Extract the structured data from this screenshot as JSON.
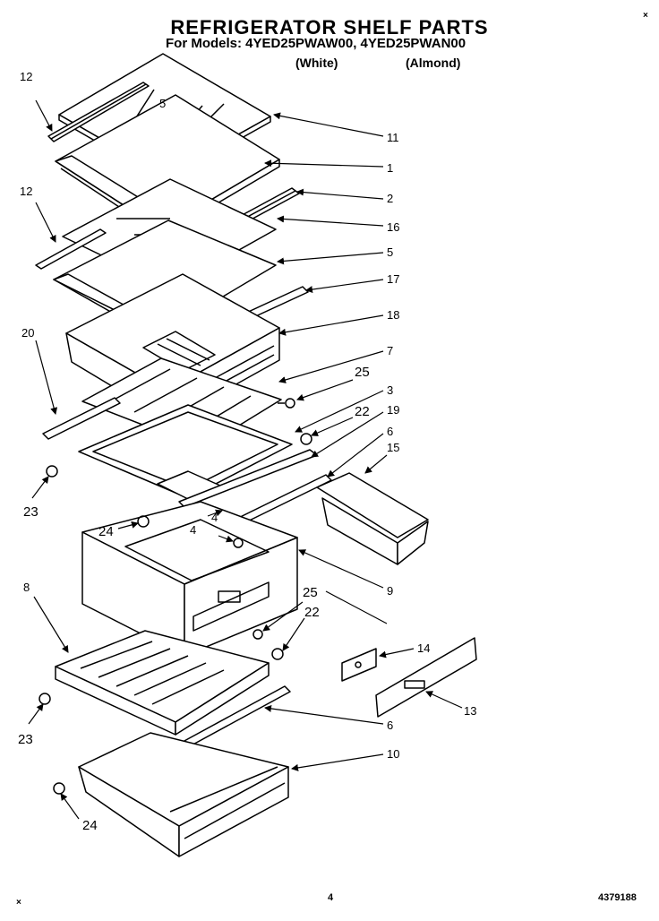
{
  "header": {
    "title": "REFRIGERATOR SHELF PARTS",
    "models_line": "For Models: 4YED25PWAW00, 4YED25PWAN00",
    "white": "(White)",
    "almond": "(Almond)"
  },
  "corner_marks": {
    "top_right": "×",
    "bottom_left": "×"
  },
  "footer": {
    "page_number": "4",
    "doc_number": "4379188"
  },
  "callouts": {
    "c12a": "12",
    "c11": "11",
    "c1": "1",
    "c2": "2",
    "c12b": "12",
    "c16": "16",
    "c5": "5",
    "c5top": "5",
    "c17": "17",
    "c18": "18",
    "c20": "20",
    "c7": "7",
    "c25a": "25",
    "c3": "3",
    "c22a": "22",
    "c19": "19",
    "c6a": "6",
    "c15": "15",
    "c23a": "23",
    "c24a": "24",
    "c4a": "4",
    "c4b": "4",
    "c9": "9",
    "c8": "8",
    "c25b": "25",
    "c22b": "22",
    "c14": "14",
    "c13": "13",
    "c23b": "23",
    "c6b": "6",
    "c10": "10",
    "c24b": "24"
  }
}
